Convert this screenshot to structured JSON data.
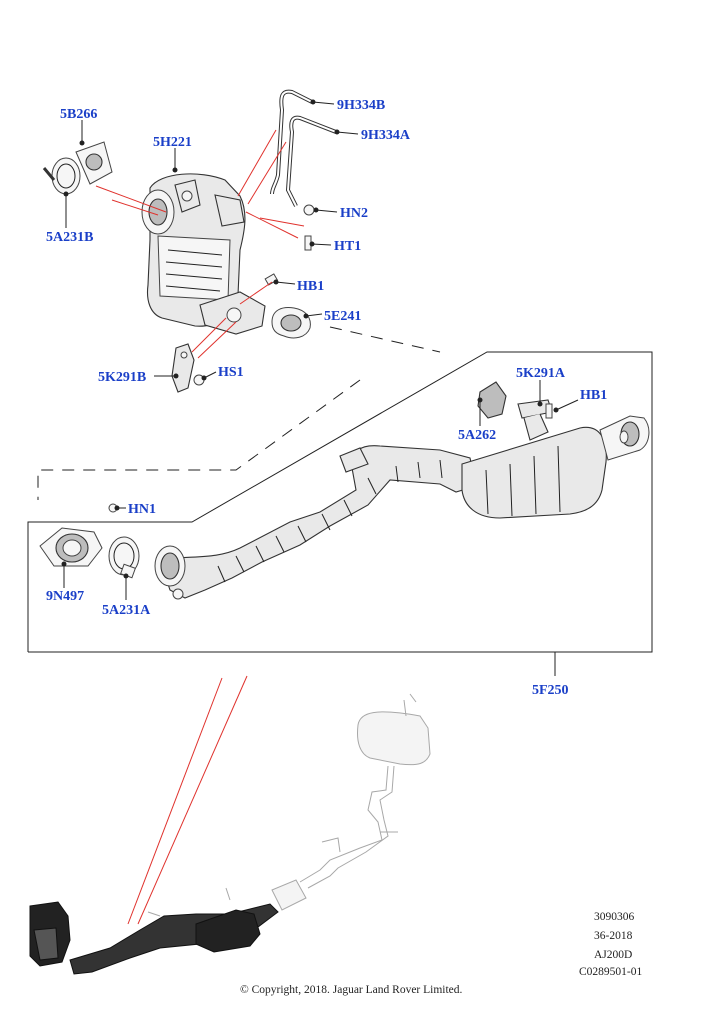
{
  "parts": [
    {
      "id": "5B266",
      "label": "5B266"
    },
    {
      "id": "5H221",
      "label": "5H221"
    },
    {
      "id": "9H334B",
      "label": "9H334B"
    },
    {
      "id": "9H334A",
      "label": "9H334A"
    },
    {
      "id": "HN2",
      "label": "HN2"
    },
    {
      "id": "HT1",
      "label": "HT1"
    },
    {
      "id": "5A231B",
      "label": "5A231B"
    },
    {
      "id": "HB1_upper",
      "label": "HB1"
    },
    {
      "id": "5E241",
      "label": "5E241"
    },
    {
      "id": "5K291B",
      "label": "5K291B"
    },
    {
      "id": "HS1",
      "label": "HS1"
    },
    {
      "id": "5K291A",
      "label": "5K291A"
    },
    {
      "id": "HB1_lower",
      "label": "HB1"
    },
    {
      "id": "5A262",
      "label": "5A262"
    },
    {
      "id": "HN1",
      "label": "HN1"
    },
    {
      "id": "9N497",
      "label": "9N497"
    },
    {
      "id": "5A231A",
      "label": "5A231A"
    },
    {
      "id": "5F250",
      "label": "5F250"
    }
  ],
  "meta": {
    "ref_number": "3090306",
    "date_code": "36-2018",
    "model_code": "AJ200D",
    "catalog_code": "C0289501-01",
    "copyright": "© Copyright, 2018. Jaguar Land Rover Limited."
  },
  "colors": {
    "label": "#1a3fc8",
    "leader": "#222222",
    "highlight": "#e0322d",
    "part_fill": "#e9e9e9"
  }
}
